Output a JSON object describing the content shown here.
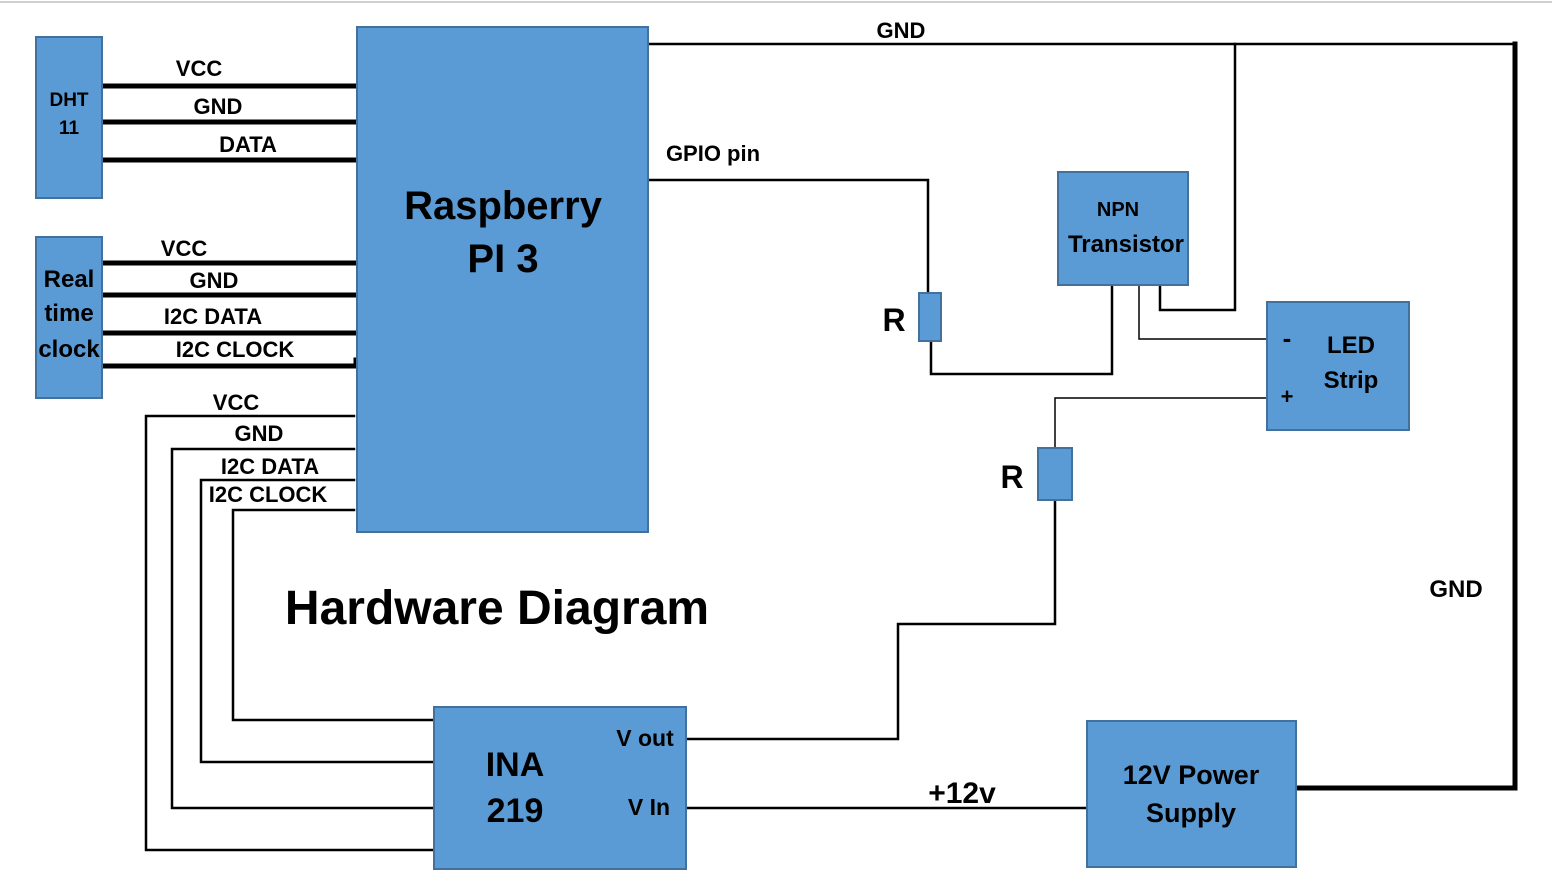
{
  "title": "Hardware Diagram",
  "components": {
    "dht11": [
      "DHT",
      "11"
    ],
    "rtc": [
      "Real",
      "time",
      "clock"
    ],
    "pi": [
      "Raspberry",
      "PI 3"
    ],
    "npn": [
      "NPN",
      "Transistor"
    ],
    "led": [
      "LED",
      "Strip"
    ],
    "led_minus": "-",
    "led_plus": "+",
    "ina": [
      "INA",
      "219"
    ],
    "ina_vout": "V out",
    "ina_vin": "V In",
    "psu": [
      "12V Power",
      "Supply"
    ],
    "resistor1": "R",
    "resistor2": "R"
  },
  "wire_labels": {
    "dht_vcc": "VCC",
    "dht_gnd": "GND",
    "dht_data": "DATA",
    "rtc_vcc": "VCC",
    "rtc_gnd": "GND",
    "rtc_data": "I2C DATA",
    "rtc_clock": "I2C CLOCK",
    "ina_vcc": "VCC",
    "ina_gnd": "GND",
    "ina_data": "I2C DATA",
    "ina_clock": "I2C CLOCK",
    "gpio": "GPIO pin",
    "gnd_top": "GND",
    "gnd_right": "GND",
    "v12": "+12v"
  },
  "colors": {
    "component_fill": "#5b9bd5",
    "component_border": "#41719c",
    "wire": "#000000"
  }
}
